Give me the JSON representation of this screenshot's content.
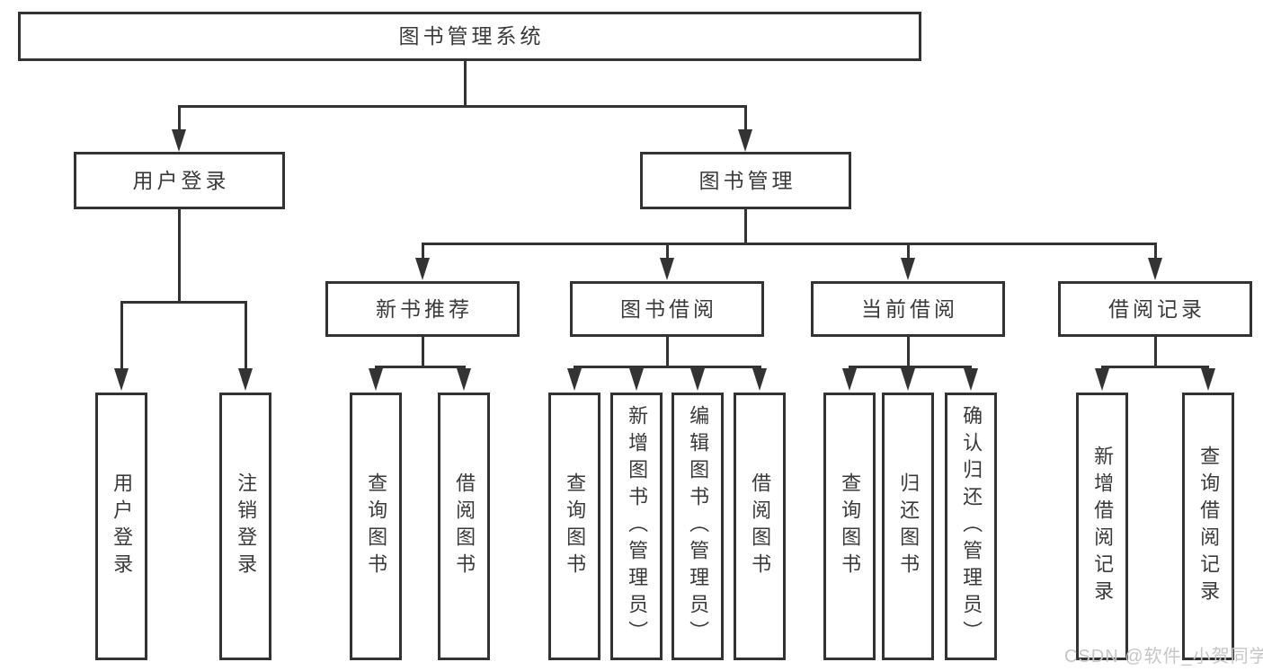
{
  "diagram": {
    "root": {
      "label": "图书管理系统"
    },
    "level2": [
      {
        "label": "用户登录",
        "children": [
          {
            "label": "用户登录"
          },
          {
            "label": "注销登录"
          }
        ]
      },
      {
        "label": "图书管理"
      }
    ],
    "level3": [
      {
        "label": "新书推荐",
        "children": [
          {
            "label": "查询图书"
          },
          {
            "label": "借阅图书"
          }
        ]
      },
      {
        "label": "图书借阅",
        "children": [
          {
            "label": "查询图书"
          },
          {
            "label": "新增图书（管理员）"
          },
          {
            "label": "编辑图书（管理员）"
          },
          {
            "label": "借阅图书"
          }
        ]
      },
      {
        "label": "当前借阅",
        "children": [
          {
            "label": "查询图书"
          },
          {
            "label": "归还图书"
          },
          {
            "label": "确认归还（管理员）"
          }
        ]
      },
      {
        "label": "借阅记录",
        "children": [
          {
            "label": "新增借阅记录"
          },
          {
            "label": "查询借阅记录"
          }
        ]
      }
    ],
    "watermark": "CSDN @软件_小贺同学",
    "colors": {
      "line": "#333333",
      "text": "#3a3a3a",
      "watermark": "#c6c6c6",
      "background": "#ffffff"
    }
  }
}
